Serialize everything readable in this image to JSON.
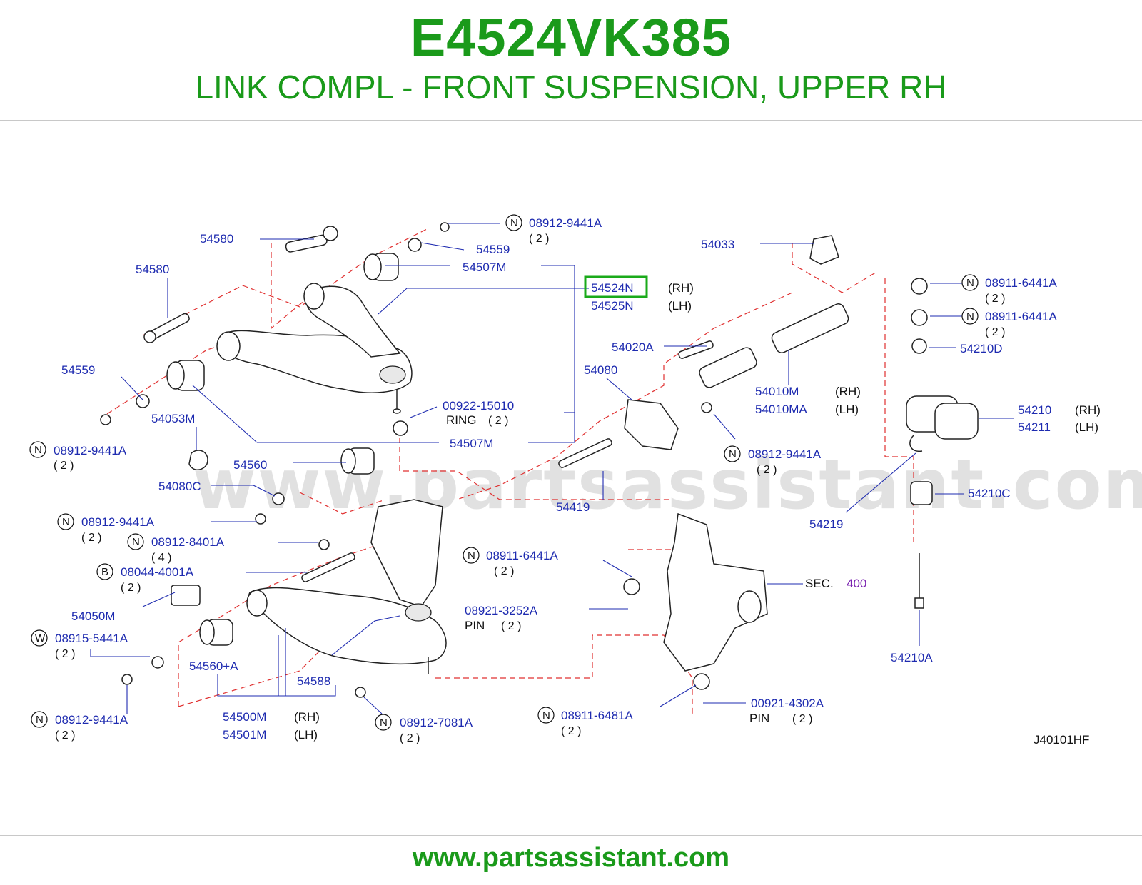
{
  "header": {
    "part_number": "E4524VK385",
    "description": "LINK COMPL - FRONT SUSPENSION, UPPER RH"
  },
  "diagram": {
    "watermark": "www.partsassistant.com",
    "drawing_code": "J40101HF",
    "highlighted_part": "54524N",
    "labels": {
      "p54580_top": "54580",
      "p54580_left": "54580",
      "p54559_top": "54559",
      "p54559_left": "54559",
      "p54507M_top": "54507M",
      "p54507M_bot": "54507M",
      "p54524N": "54524N",
      "p54524N_side": "(RH)",
      "p54525N": "54525N",
      "p54525N_side": "(LH)",
      "p54053M": "54053M",
      "p00922": "00922-15010",
      "p00922_ring": "RING",
      "p00922_qty": "( 2 )",
      "p08912_9441A_a": "08912-9441A",
      "p08912_9441A_a_qty": "( 2 )",
      "p08912_9441A_b": "08912-9441A",
      "p08912_9441A_b_qty": "( 2 )",
      "p08912_9441A_c": "08912-9441A",
      "p08912_9441A_c_qty": "( 2 )",
      "p08912_9441A_d": "08912-9441A",
      "p08912_9441A_d_qty": "( 2 )",
      "p08912_9441A_e": "08912-9441A",
      "p08912_9441A_e_qty": "( 2 )",
      "p54560": "54560",
      "p54080C": "54080C",
      "p08912_8401A": "08912-8401A",
      "p08912_8401A_qty": "( 4 )",
      "p08044": "08044-4001A",
      "p08044_qty": "( 2 )",
      "p54050M": "54050M",
      "p08915": "08915-5441A",
      "p08915_qty": "( 2 )",
      "p54560A": "54560+A",
      "p54588": "54588",
      "p54500M": "54500M",
      "p54500M_side": "(RH)",
      "p54501M": "54501M",
      "p54501M_side": "(LH)",
      "p08912_7081A": "08912-7081A",
      "p08912_7081A_qty": "( 2 )",
      "p08911_6441A_mid": "08911-6441A",
      "p08911_6441A_mid_qty": "( 2 )",
      "p08921": "08921-3252A",
      "p08921_pin": "PIN",
      "p08921_qty": "( 2 )",
      "p08911_6481A": "08911-6481A",
      "p08911_6481A_qty": "( 2 )",
      "p00921": "00921-4302A",
      "p00921_pin": "PIN",
      "p00921_qty": "( 2 )",
      "p54020A": "54020A",
      "p54080": "54080",
      "p54419": "54419",
      "p54033": "54033",
      "p54010M": "54010M",
      "p54010M_side": "(RH)",
      "p54010MA": "54010MA",
      "p54010MA_side": "(LH)",
      "p08911_6441A_r1": "08911-6441A",
      "p08911_6441A_r1_qty": "( 2 )",
      "p08911_6441A_r2": "08911-6441A",
      "p08911_6441A_r2_qty": "( 2 )",
      "p54210D": "54210D",
      "p54210": "54210",
      "p54210_side": "(RH)",
      "p54211": "54211",
      "p54211_side": "(LH)",
      "p54210C": "54210C",
      "p54219": "54219",
      "p54210A": "54210A",
      "sec": "SEC.",
      "sec_num": "400"
    },
    "symbols": {
      "n": "N",
      "b": "B",
      "w": "W"
    }
  },
  "footer": {
    "url": "www.partsassistant.com"
  },
  "colors": {
    "brand_green": "#1a9a1a",
    "label_blue": "#1e2bb0",
    "leader_dash_red": "#e03030",
    "highlight": "#1aaa1a",
    "ref_purple": "#7a22b0"
  }
}
